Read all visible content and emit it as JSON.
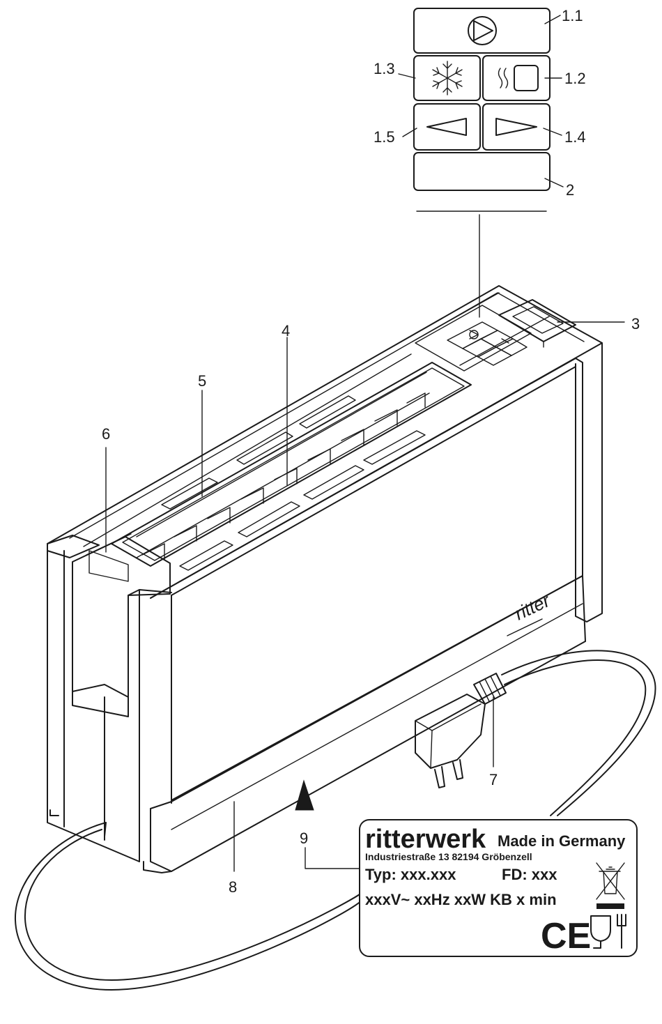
{
  "labels": {
    "l1_1": "1.1",
    "l1_2": "1.2",
    "l1_3": "1.3",
    "l1_4": "1.4",
    "l1_5": "1.5",
    "l2": "2",
    "l3": "3",
    "l4": "4",
    "l5": "5",
    "l6": "6",
    "l7": "7",
    "l8": "8",
    "l9": "9"
  },
  "device": {
    "logo": "ritter"
  },
  "plate": {
    "brand": "ritterwerk",
    "made_in": "Made in Germany",
    "address": "Industriestraße 13   82194 Gröbenzell",
    "typ": "Typ: xxx.xxx",
    "fd": "FD: xxx",
    "ratings": "xxxV~  xxHz   xxW  KB x min",
    "ce": "CE"
  },
  "icons": {
    "start": "start-circle-triangle-icon",
    "defrost": "snowflake-icon",
    "reheat": "heat-waves-square-icon",
    "increase": "triangle-right-icon",
    "decrease": "triangle-left-icon",
    "weee": "crossed-bin-icon",
    "food_safe": "glass-fork-icon"
  }
}
